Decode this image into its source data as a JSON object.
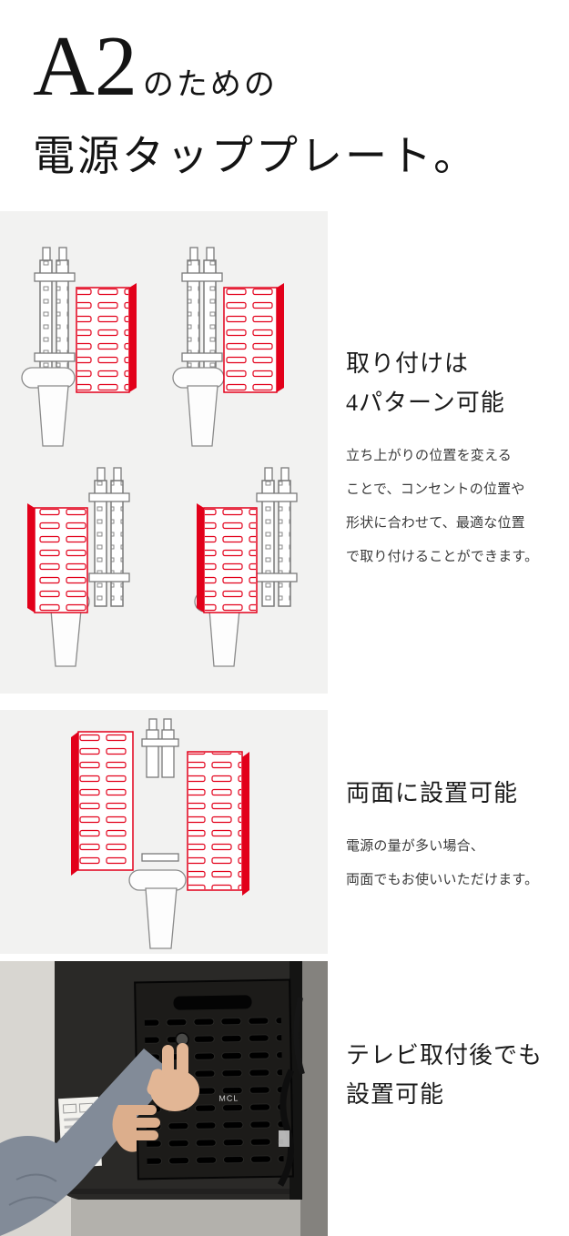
{
  "header": {
    "title_brand": "A2",
    "title_suffix": "のための",
    "title_line2": "電源タッププレート。"
  },
  "sections": {
    "patterns": {
      "heading_line1": "取り付けは",
      "heading_line2": "4パターン可能",
      "body_line1": "立ち上がりの位置を変える",
      "body_line2": "ことで、コンセントの位置や",
      "body_line3": "形状に合わせて、最適な位置",
      "body_line4": "で取り付けることができます。"
    },
    "double_sided": {
      "heading_line1": "両面に設置可能",
      "body_line1": "電源の量が多い場合、",
      "body_line2": "両面でもお使いいただけます。"
    },
    "after_install": {
      "heading_line1": "テレビ取付後でも",
      "heading_line2": "設置可能"
    }
  },
  "photo": {
    "plate_logo": "MCL"
  },
  "colors": {
    "accent_red": "#e2001a",
    "panel_gray": "#f2f2f1",
    "heading_text": "#1b1b1b",
    "body_text": "#3a3a3a"
  }
}
